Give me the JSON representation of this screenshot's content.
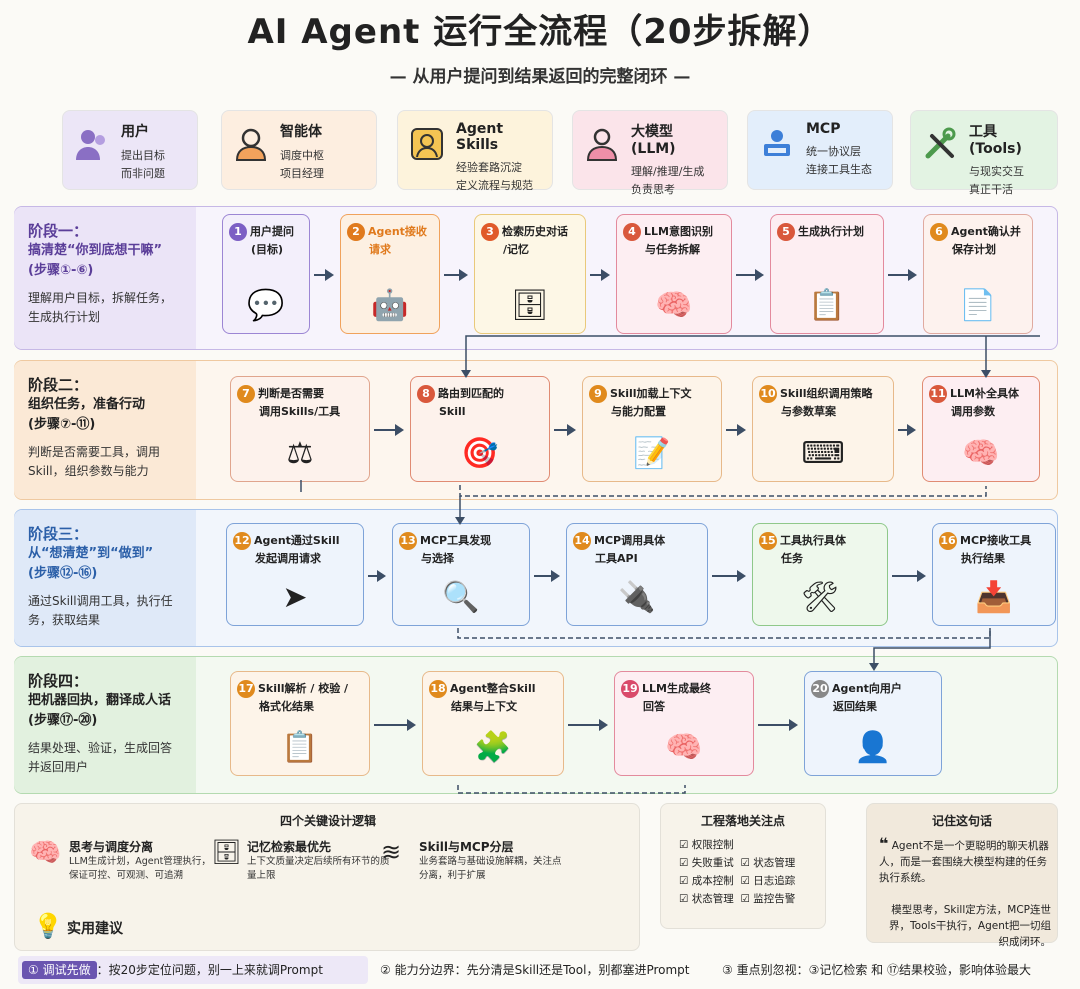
{
  "header": {
    "title": "AI Agent 运行全流程（20步拆解）",
    "subtitle": "— 从用户提问到结果返回的完整闭环 —"
  },
  "roles": [
    {
      "name": "用户",
      "desc1": "提出目标",
      "desc2": "而非问题",
      "icon": "person-icon",
      "color": "#ece6f7"
    },
    {
      "name": "智能体",
      "desc1": "调度中枢",
      "desc2": "项目经理",
      "icon": "agent-icon",
      "color": "#fdeee0"
    },
    {
      "name": "Agent Skills",
      "desc1": "经验套路沉淀",
      "desc2": "定义流程与规范",
      "icon": "skill-icon",
      "color": "#fdf3dc"
    },
    {
      "name": "大模型 (LLM)",
      "desc1": "理解/推理/生成",
      "desc2": "负责思考",
      "icon": "brain-icon",
      "color": "#fbe4ea"
    },
    {
      "name": "MCP",
      "desc1": "统一协议层",
      "desc2": "连接工具生态",
      "icon": "mcp-icon",
      "color": "#e3eefb"
    },
    {
      "name": "工具 (Tools)",
      "desc1": "与现实交互",
      "desc2": "真正干活",
      "icon": "tools-icon",
      "color": "#e3f3e3"
    }
  ],
  "phases": [
    {
      "t1": "阶段一：",
      "t2": "搞清楚“你到底想干嘛”",
      "t3": "(步骤①-⑥)",
      "d": "理解用户目标，拆解任务，生成执行计划"
    },
    {
      "t1": "阶段二：",
      "t2": "组织任务，准备行动",
      "t3": "(步骤⑦-⑪)",
      "d": "判断是否需要工具，调用Skill，组织参数与能力"
    },
    {
      "t1": "阶段三：",
      "t2": "从“想清楚”到“做到”",
      "t3": "(步骤⑫-⑯)",
      "d": "通过Skill调用工具，执行任务，获取结果"
    },
    {
      "t1": "阶段四：",
      "t2": "把机器回执，翻译成人话",
      "t3": "(步骤⑰-⑳)",
      "d": "结果处理、验证，生成回答并返回用户"
    }
  ],
  "steps": [
    {
      "n": "1",
      "l1": "用户提问",
      "l2": "(目标)",
      "icon": "question-bubble-icon",
      "g": "💬"
    },
    {
      "n": "2",
      "l1": "Agent接收",
      "l2": "请求",
      "icon": "robot-icon",
      "g": "🤖"
    },
    {
      "n": "3",
      "l1": "检索历史对话",
      "l2": "/记忆",
      "icon": "database-search-icon",
      "g": "🗄"
    },
    {
      "n": "4",
      "l1": "LLM意图识别",
      "l2": "与任务拆解",
      "icon": "brain-icon",
      "g": "🧠"
    },
    {
      "n": "5",
      "l1": "生成执行计划",
      "l2": "",
      "icon": "checklist-icon",
      "g": "📋"
    },
    {
      "n": "6",
      "l1": "Agent确认并",
      "l2": "保存计划",
      "icon": "document-icon",
      "g": "📄"
    },
    {
      "n": "7",
      "l1": "判断是否需要",
      "l2": "调用Skills/工具",
      "icon": "scale-icon",
      "g": "⚖"
    },
    {
      "n": "8",
      "l1": "路由到匹配的",
      "l2": "Skill",
      "icon": "target-icon",
      "g": "🎯"
    },
    {
      "n": "9",
      "l1": "Skill加载上下文",
      "l2": "与能力配置",
      "icon": "config-doc-icon",
      "g": "📝"
    },
    {
      "n": "10",
      "l1": "Skill组织调用策略",
      "l2": "与参数草案",
      "icon": "code-icon",
      "g": "⌨"
    },
    {
      "n": "11",
      "l1": "LLM补全具体",
      "l2": "调用参数",
      "icon": "brain-icon",
      "g": "🧠"
    },
    {
      "n": "12",
      "l1": "Agent通过Skill",
      "l2": "发起调用请求",
      "icon": "send-icon",
      "g": "➤"
    },
    {
      "n": "13",
      "l1": "MCP工具发现",
      "l2": "与选择",
      "icon": "search-icon",
      "g": "🔍"
    },
    {
      "n": "14",
      "l1": "MCP调用具体",
      "l2": "工具API",
      "icon": "plug-icon",
      "g": "🔌"
    },
    {
      "n": "15",
      "l1": "工具执行具体",
      "l2": "任务",
      "icon": "tools-icon",
      "g": "🛠"
    },
    {
      "n": "16",
      "l1": "MCP接收工具",
      "l2": "执行结果",
      "icon": "inbox-icon",
      "g": "📥"
    },
    {
      "n": "17",
      "l1": "Skill解析 / 校验 /",
      "l2": "格式化结果",
      "icon": "clipboard-icon",
      "g": "📋"
    },
    {
      "n": "18",
      "l1": "Agent整合Skill",
      "l2": "结果与上下文",
      "icon": "puzzle-icon",
      "g": "🧩"
    },
    {
      "n": "19",
      "l1": "LLM生成最终",
      "l2": "回答",
      "icon": "head-icon",
      "g": "🧠"
    },
    {
      "n": "20",
      "l1": "Agent向用户",
      "l2": "返回结果",
      "icon": "user-check-icon",
      "g": "👤"
    }
  ],
  "logic": {
    "title": "四个关键设计逻辑",
    "items": [
      {
        "name": "思考与调度分离",
        "desc": "LLM生成计划，Agent管理执行，保证可控、可观测、可追溯",
        "icon": "brain-icon"
      },
      {
        "name": "记忆检索最优先",
        "desc": "上下文质量决定后续所有环节的质量上限",
        "icon": "database-icon"
      },
      {
        "name": "Skill与MCP分层",
        "desc": "业务套路与基础设施解耦，关注点分离，利于扩展",
        "icon": "layers-icon"
      }
    ],
    "tip_title": "实用建议"
  },
  "engineering": {
    "title": "工程落地关注点",
    "items": [
      "权限控制",
      "失败重试",
      "状态管理",
      "成本控制",
      "日志追踪",
      "状态管理",
      "监控告警"
    ]
  },
  "memo": {
    "title": "记住这句话",
    "p1": "Agent不是一个更聪明的聊天机器人，而是一套围绕大模型构建的任务执行系统。",
    "p2": "模型思考，Skill定方法，MCP连世界，Tools干执行，Agent把一切组织成闭环。"
  },
  "bottom": {
    "b1": "① 调试先做",
    "t1": "：按20步定位问题，别一上来就调Prompt",
    "t2": "② 能力分边界：先分清是Skill还是Tool，别都塞进Prompt",
    "t3": "③ 重点别忽视：③记忆检索 和 ⑰结果校验，影响体验最大"
  }
}
